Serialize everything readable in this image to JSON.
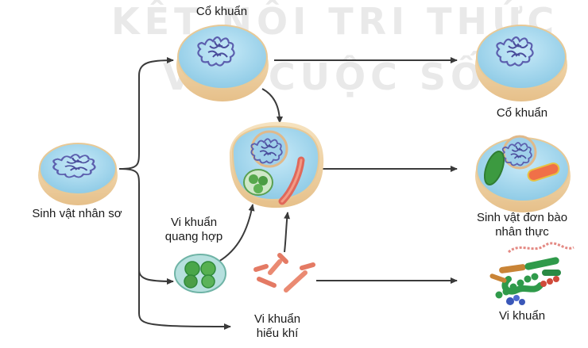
{
  "watermark": {
    "line1": "KẾT NỐI TRI THỨC",
    "line2": "VỚI CUỘC SỐNG"
  },
  "labels": {
    "prokaryote": "Sinh vật nhân sơ",
    "archaea_top": "Cổ khuẩn",
    "archaea_right": "Cổ khuẩn",
    "photosynthetic_bacteria_line1": "Vi khuẩn",
    "photosynthetic_bacteria_line2": "quang hợp",
    "aerobic_bacteria_line1": "Vi khuẩn",
    "aerobic_bacteria_line2": "hiếu khí",
    "eukaryote_line1": "Sinh vật đơn bào",
    "eukaryote_line2": "nhân thực",
    "bacteria": "Vi khuẩn"
  },
  "colors": {
    "cell_fill": "#a9d9ef",
    "cell_rim": "#f0d6ac",
    "nucleus": "#5c5fae",
    "chloroplast": "#4faa48",
    "mitochondrion": "#e8785f",
    "arrow": "#3a3a3a"
  }
}
